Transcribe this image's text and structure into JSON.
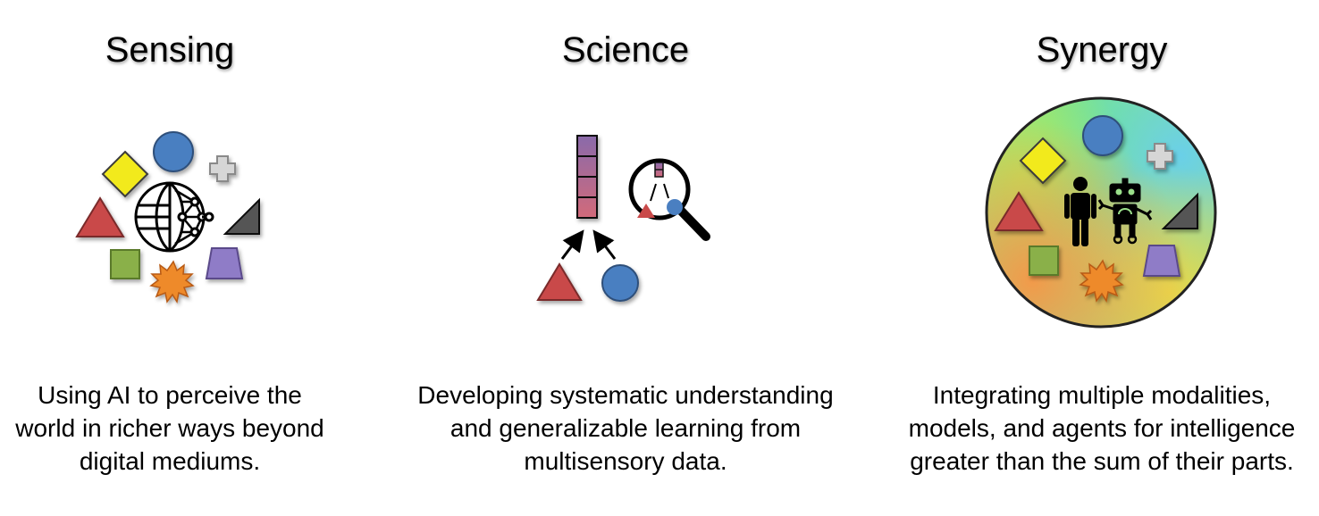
{
  "panels": [
    {
      "title": "Sensing",
      "description": [
        "Using AI to perceive the",
        "world in richer ways beyond",
        "digital mediums."
      ]
    },
    {
      "title": "Science",
      "description": [
        "Developing systematic understanding",
        "and generalizable learning from",
        "multisensory data."
      ]
    },
    {
      "title": "Synergy",
      "description": [
        "Integrating multiple modalities,",
        "models, and agents for intelligence",
        "greater than the sum of their parts."
      ]
    }
  ],
  "colors": {
    "diamond": "#f2ea1f",
    "circle": "#4a7fc1",
    "cross": "#d6d6d6",
    "triangle_red": "#c94a4a",
    "triangle_dark": "#555555",
    "square": "#8ab04a",
    "star": "#ee8a2a",
    "trapezoid": "#8f7bc7",
    "vector_top": "#8a6aaa",
    "vector_bottom": "#d26a7a"
  }
}
